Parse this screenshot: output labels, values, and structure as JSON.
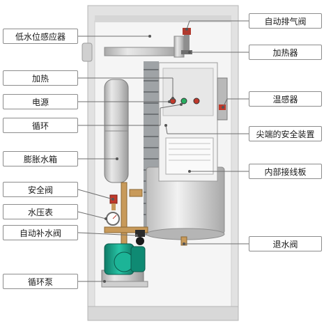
{
  "labels_left": [
    {
      "id": "low-water-sensor",
      "text": "低水位感应器"
    },
    {
      "id": "heating",
      "text": "加热"
    },
    {
      "id": "power",
      "text": "电源"
    },
    {
      "id": "circulation",
      "text": "循环"
    },
    {
      "id": "expansion-tank",
      "text": "膨胀水箱"
    },
    {
      "id": "safety-valve",
      "text": "安全阀"
    },
    {
      "id": "pressure-gauge",
      "text": "水压表"
    },
    {
      "id": "auto-refill-valve",
      "text": "自动补水阀"
    },
    {
      "id": "circulation-pump",
      "text": "循环泵"
    }
  ],
  "labels_right": [
    {
      "id": "auto-vent-valve",
      "text": "自动排气阀"
    },
    {
      "id": "heater",
      "text": "加热器"
    },
    {
      "id": "temp-sensor",
      "text": "温感器"
    },
    {
      "id": "safety-device",
      "text": "尖端的安全装置"
    },
    {
      "id": "wiring-board",
      "text": "内部接线板"
    },
    {
      "id": "drain-valve",
      "text": "退水阀"
    }
  ],
  "colors": {
    "cabinet": "#e6e6e6",
    "interior": "#f4f4f4",
    "tank_steel": "#d0d0d0",
    "panel": "#f0f0f0",
    "pump_body": "#1aa58c",
    "pipe_copper": "#c89a5a",
    "leader": "#6e6e6e",
    "valve_red": "#c0392b"
  }
}
